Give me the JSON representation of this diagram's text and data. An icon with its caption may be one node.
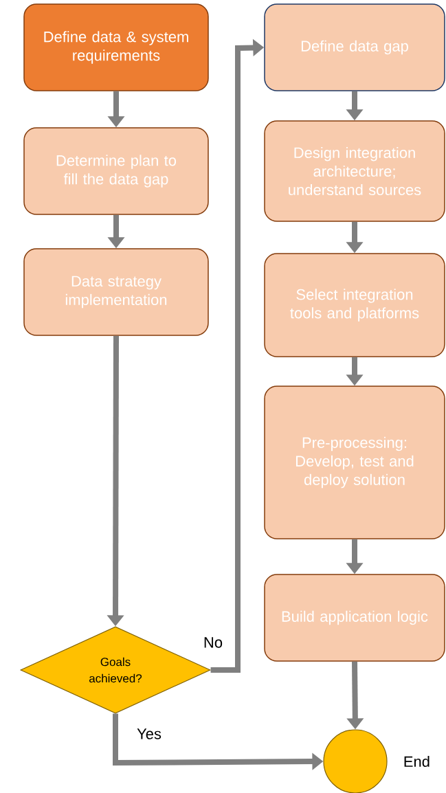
{
  "diagram": {
    "nodes": [
      {
        "text": [
          "Define data & system requirements"
        ]
      },
      {
        "text": [
          "Determine plan to fill the data gap"
        ]
      },
      {
        "text": [
          "Data strategy implementation"
        ]
      },
      {
        "text": [
          "Goals achieved?"
        ]
      },
      {
        "text": [
          "Define data gap"
        ]
      },
      {
        "text": [
          "Design integration architecture; understand sources"
        ]
      },
      {
        "text": [
          "Select integration tools and platforms"
        ]
      },
      {
        "text": [
          "Pre-processing: Develop, test and deploy solution"
        ]
      },
      {
        "text": [
          "Build application logic"
        ]
      },
      {
        "text": [],
        "shape": "circle",
        "beside": [
          "End"
        ]
      }
    ],
    "edges": [
      {
        "from": 0,
        "to": 1,
        "arrow": "to"
      },
      {
        "from": 1,
        "to": 2,
        "arrow": "to"
      },
      {
        "from": 2,
        "to": 3,
        "arrow": "to"
      },
      {
        "from": 3,
        "to": 4,
        "arrow": "to",
        "label": "No"
      },
      {
        "from": 4,
        "to": 5,
        "arrow": "to"
      },
      {
        "from": 5,
        "to": 6,
        "arrow": "to"
      },
      {
        "from": 6,
        "to": 7,
        "arrow": "to"
      },
      {
        "from": 7,
        "to": 8,
        "arrow": "to"
      },
      {
        "from": 8,
        "to": 9,
        "arrow": "to"
      },
      {
        "from": 3,
        "to": 9,
        "arrow": "to",
        "label": "Yes"
      }
    ]
  }
}
